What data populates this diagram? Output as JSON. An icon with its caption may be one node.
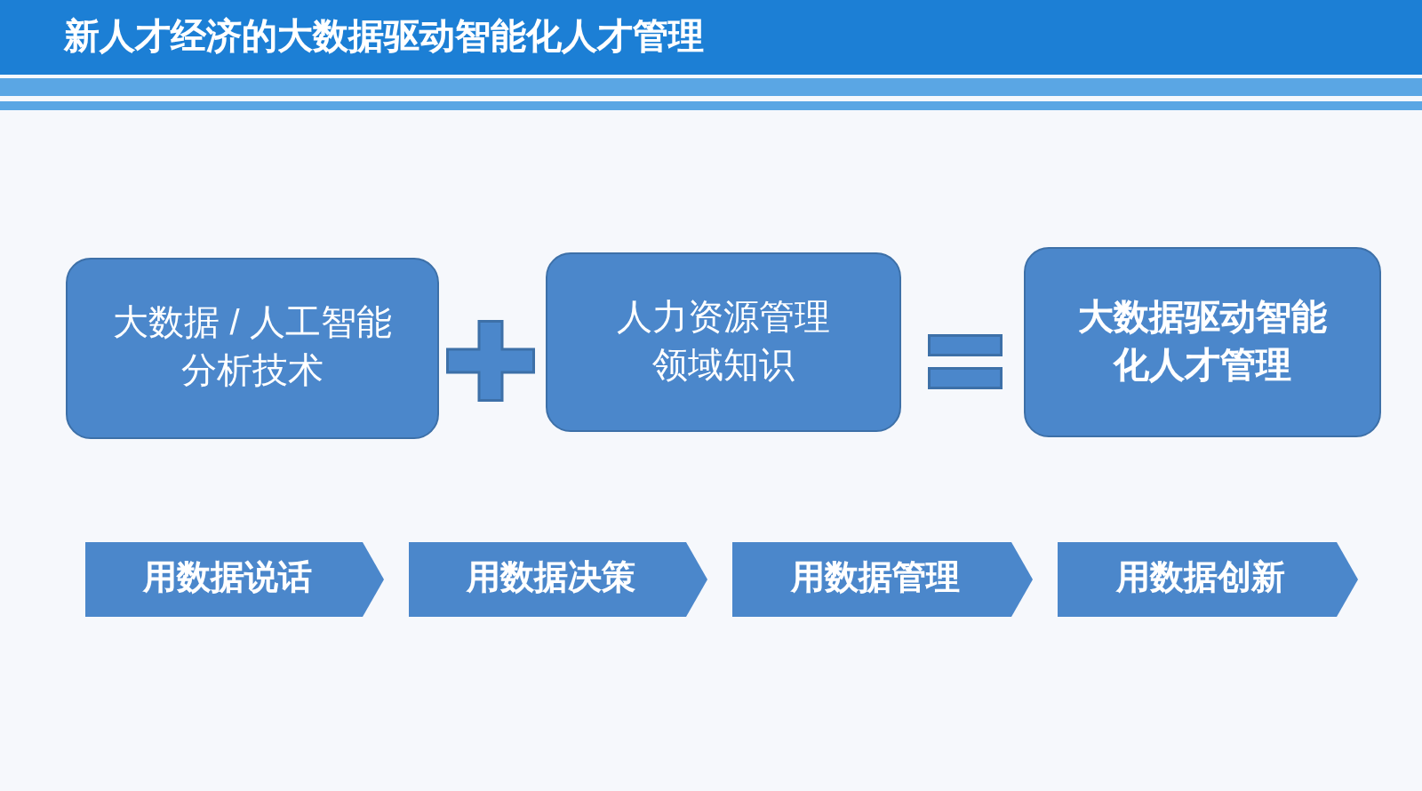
{
  "diagram": {
    "title": "新人才经济的大数据驱动智能化人才管理",
    "nodes": [
      {
        "text": [
          "大数据 / 人工智能分析技术"
        ]
      },
      {
        "text": [
          "人力资源管理领域知识"
        ]
      },
      {
        "text": [
          "大数据驱动智能化人才管理"
        ]
      },
      {
        "text": [
          "用数据说话"
        ]
      },
      {
        "text": [
          "用数据决策"
        ]
      },
      {
        "text": [
          "用数据管理"
        ]
      },
      {
        "text": [
          "用数据创新"
        ]
      }
    ]
  }
}
